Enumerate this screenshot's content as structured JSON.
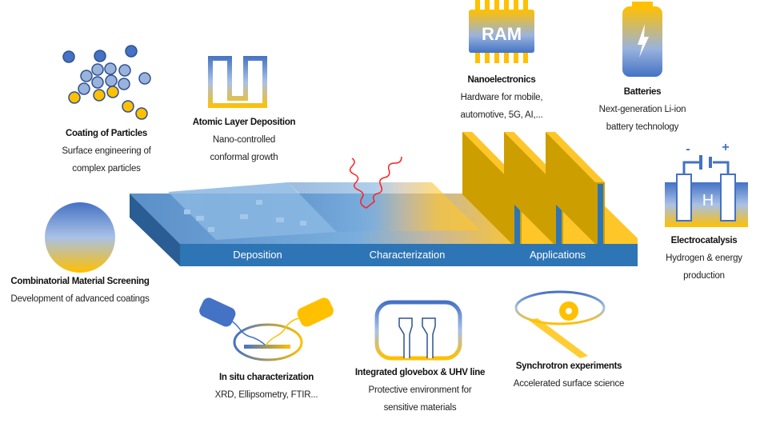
{
  "platform": {
    "stages": [
      "Deposition",
      "Characterization",
      "Applications"
    ]
  },
  "items": {
    "particles": {
      "title": "Coating of Particles",
      "lines": [
        "Surface engineering of",
        "complex particles"
      ]
    },
    "ald": {
      "title": "Atomic Layer Deposition",
      "lines": [
        "Nano-controlled",
        "conformal growth"
      ]
    },
    "nano": {
      "title": "Nanoelectronics",
      "lines": [
        "Hardware for mobile,",
        "automotive, 5G, AI,..."
      ],
      "chip_label": "RAM"
    },
    "batteries": {
      "title": "Batteries",
      "lines": [
        "Next-generation Li-ion",
        "battery technology"
      ]
    },
    "electro": {
      "title": "Electrocatalysis",
      "lines": [
        "Hydrogen & energy",
        "production"
      ],
      "cell_label": "H",
      "minus": "-",
      "plus": "+"
    },
    "combi": {
      "title": "Combinatorial Material Screening",
      "lines": [
        "Development of advanced coatings"
      ]
    },
    "insitu": {
      "title": "In situ characterization",
      "lines": [
        "XRD, Ellipsometry, FTIR..."
      ]
    },
    "glovebox": {
      "title": "Integrated glovebox & UHV line",
      "lines": [
        "Protective environment for",
        "sensitive materials"
      ]
    },
    "synchrotron": {
      "title": "Synchrotron experiments",
      "lines": [
        "Accelerated surface science"
      ]
    }
  },
  "colors": {
    "blue": "#4472c4",
    "yellow": "#ffc000",
    "band": "#2e75b6"
  }
}
